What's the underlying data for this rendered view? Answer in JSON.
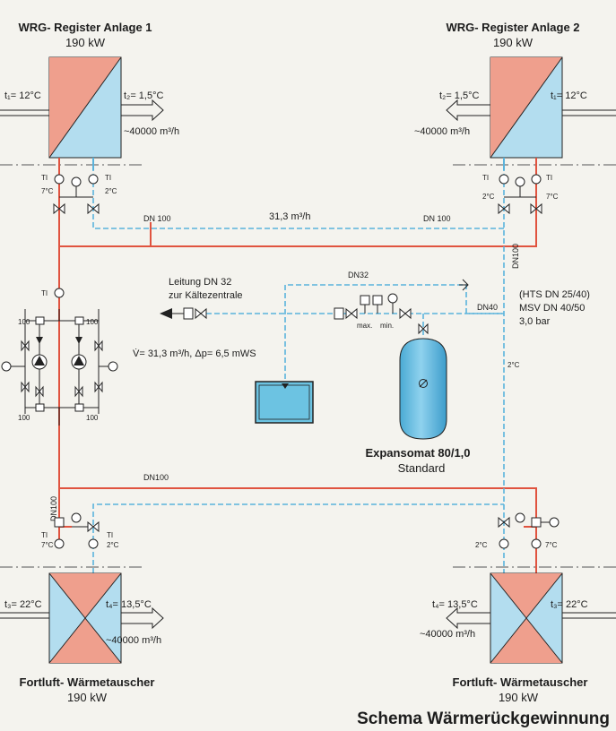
{
  "register_1": {
    "title": "WRG- Register Anlage 1",
    "power": "190 kW",
    "t1": "t₁= 12°C",
    "t2": "t₂= 1,5°C",
    "flow": "~40000 m³/h"
  },
  "register_2": {
    "title": "WRG- Register Anlage 2",
    "power": "190 kW",
    "t1": "t₁= 12°C",
    "t2": "t₂= 1,5°C",
    "flow": "~40000 m³/h"
  },
  "exchanger_1": {
    "title": "Fortluft- Wärmetauscher",
    "power": "190 kW",
    "t3": "t₃= 22°C",
    "t4": "t₄= 13,5°C",
    "flow": "~40000 m³/h"
  },
  "exchanger_2": {
    "title": "Fortluft- Wärmetauscher",
    "power": "190 kW",
    "t3": "t₃= 22°C",
    "t4": "t₄= 13,5°C",
    "flow": "~40000 m³/h"
  },
  "labels": {
    "ti": "TI",
    "temp_7": "7°C",
    "temp_2": "2°C",
    "dn100": "DN 100",
    "dn100_compact": "DN100",
    "flow_rate": "31,3 m³/h",
    "dn32": "DN32",
    "dn40": "DN40",
    "valve_100": "100",
    "max": "max.",
    "min": "min.",
    "pump_flow": "V̇= 31,3 m³/h, Δp= 6,5 mWS",
    "line_dn32_1": "Leitung DN 32",
    "line_dn32_2": "zur Kältezentrale",
    "hts_1": "(HTS DN 25/40)",
    "hts_2": "MSV DN 40/50",
    "hts_3": "3,0 bar"
  },
  "expansion": {
    "name": "Expansomat 80/1,0",
    "type": "Standard"
  },
  "footer_title": "Schema Wärmerückgewinnung",
  "colors": {
    "supply_red": "#e0533f",
    "return_blue": "#5ab3dc",
    "coil_red": "#ef9f8d",
    "coil_blue": "#b3ddef",
    "tank": "#67bfe0",
    "line": "#222222"
  }
}
